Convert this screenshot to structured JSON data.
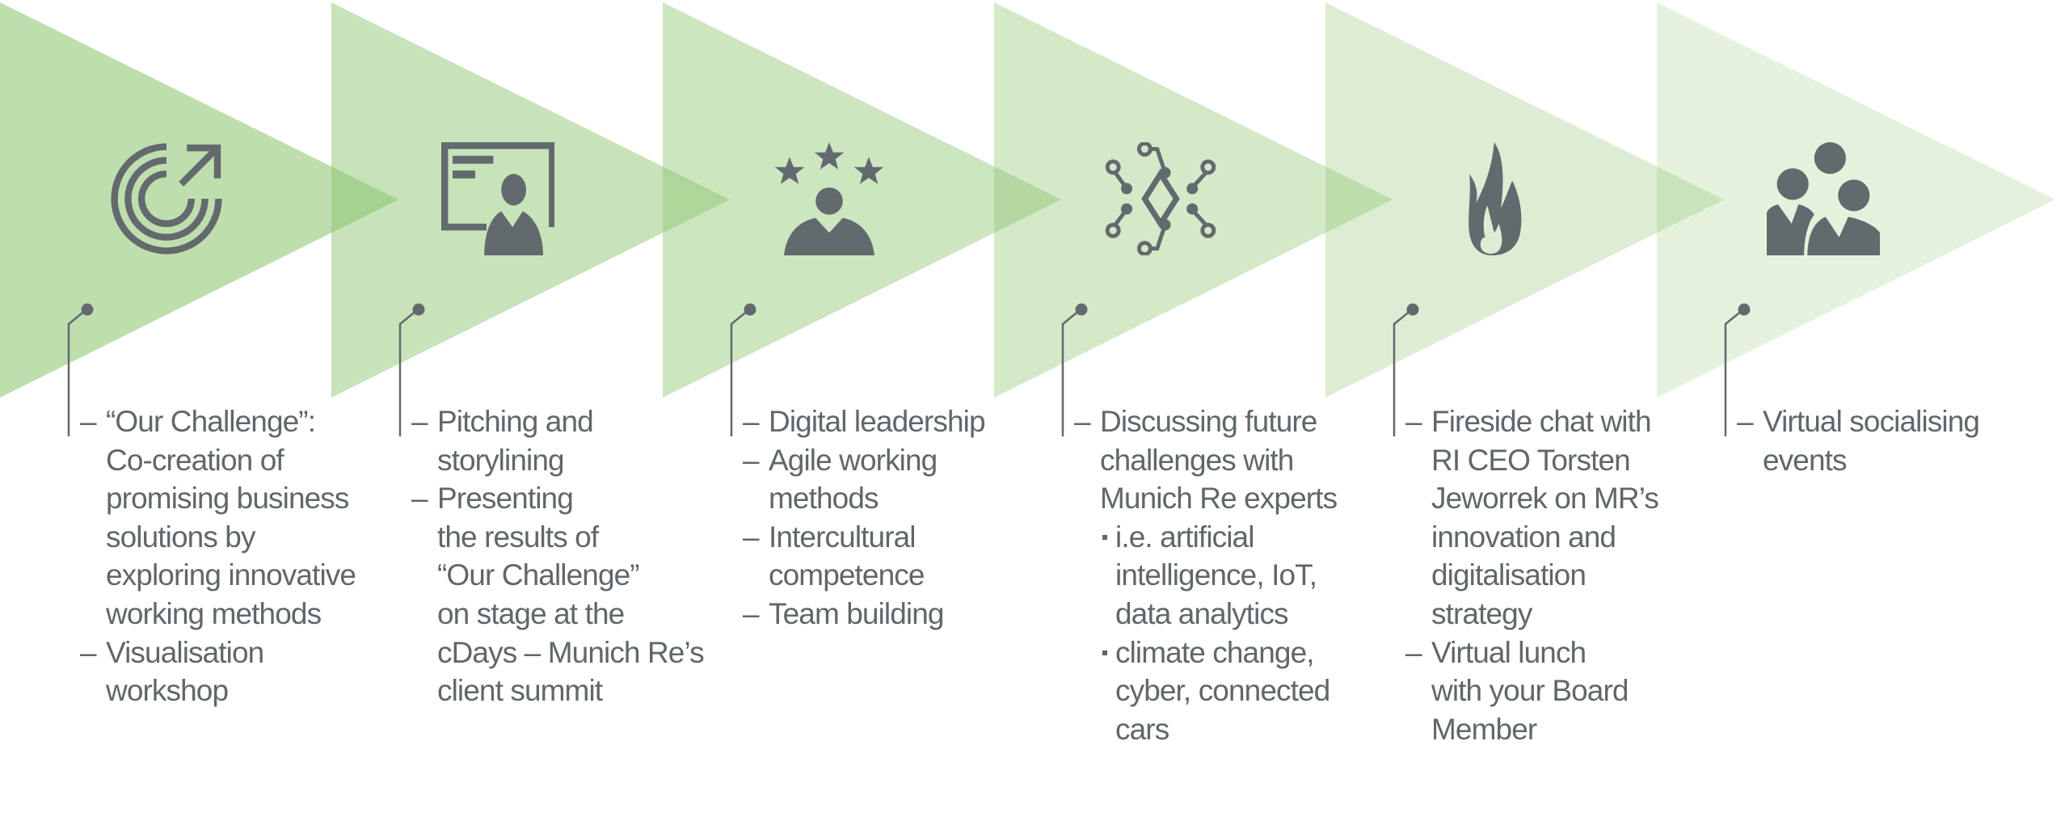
{
  "colors": {
    "green": "#8cc56e",
    "icon": "#626a6e",
    "text": "#5f676b"
  },
  "dash_symbol": "–",
  "columns": [
    {
      "icon": "target-growth-icon",
      "items": [
        {
          "type": "dash",
          "lines": [
            "“Our Challenge”:",
            "Co-creation of",
            "promising business",
            "solutions by",
            "exploring innovative",
            "working methods"
          ]
        },
        {
          "type": "dash",
          "lines": [
            "Visualisation",
            "workshop"
          ]
        }
      ]
    },
    {
      "icon": "presenter-board-icon",
      "items": [
        {
          "type": "dash",
          "lines": [
            "Pitching and",
            "storylining"
          ]
        },
        {
          "type": "dash",
          "lines": [
            "Presenting",
            "the results of",
            "“Our Challenge”",
            "on stage at the",
            "cDays – Munich Re’s",
            "client summit"
          ]
        }
      ]
    },
    {
      "icon": "person-stars-icon",
      "items": [
        {
          "type": "dash",
          "lines": [
            "Digital leadership"
          ]
        },
        {
          "type": "dash",
          "lines": [
            "Agile working",
            "methods"
          ]
        },
        {
          "type": "dash",
          "lines": [
            "Intercultural",
            "competence"
          ]
        },
        {
          "type": "dash",
          "lines": [
            "Team building"
          ]
        }
      ]
    },
    {
      "icon": "network-chip-icon",
      "items": [
        {
          "type": "dash",
          "lines": [
            "Discussing future",
            "challenges with",
            "Munich Re experts"
          ]
        },
        {
          "type": "bullet",
          "lines": [
            "i.e. artificial",
            "intelligence, IoT,",
            "data analytics"
          ]
        },
        {
          "type": "bullet",
          "lines": [
            "climate change,",
            "cyber, connected",
            "cars"
          ]
        }
      ]
    },
    {
      "icon": "flame-icon",
      "items": [
        {
          "type": "dash",
          "lines": [
            "Fireside chat with",
            "RI CEO Torsten",
            "Jeworrek on MR’s",
            "innovation and",
            "digitalisation",
            "strategy"
          ]
        },
        {
          "type": "dash",
          "lines": [
            "Virtual lunch",
            "with your Board",
            "Member"
          ]
        }
      ]
    },
    {
      "icon": "group-people-icon",
      "items": [
        {
          "type": "dash",
          "lines": [
            "Virtual socialising",
            "events"
          ]
        }
      ]
    }
  ]
}
